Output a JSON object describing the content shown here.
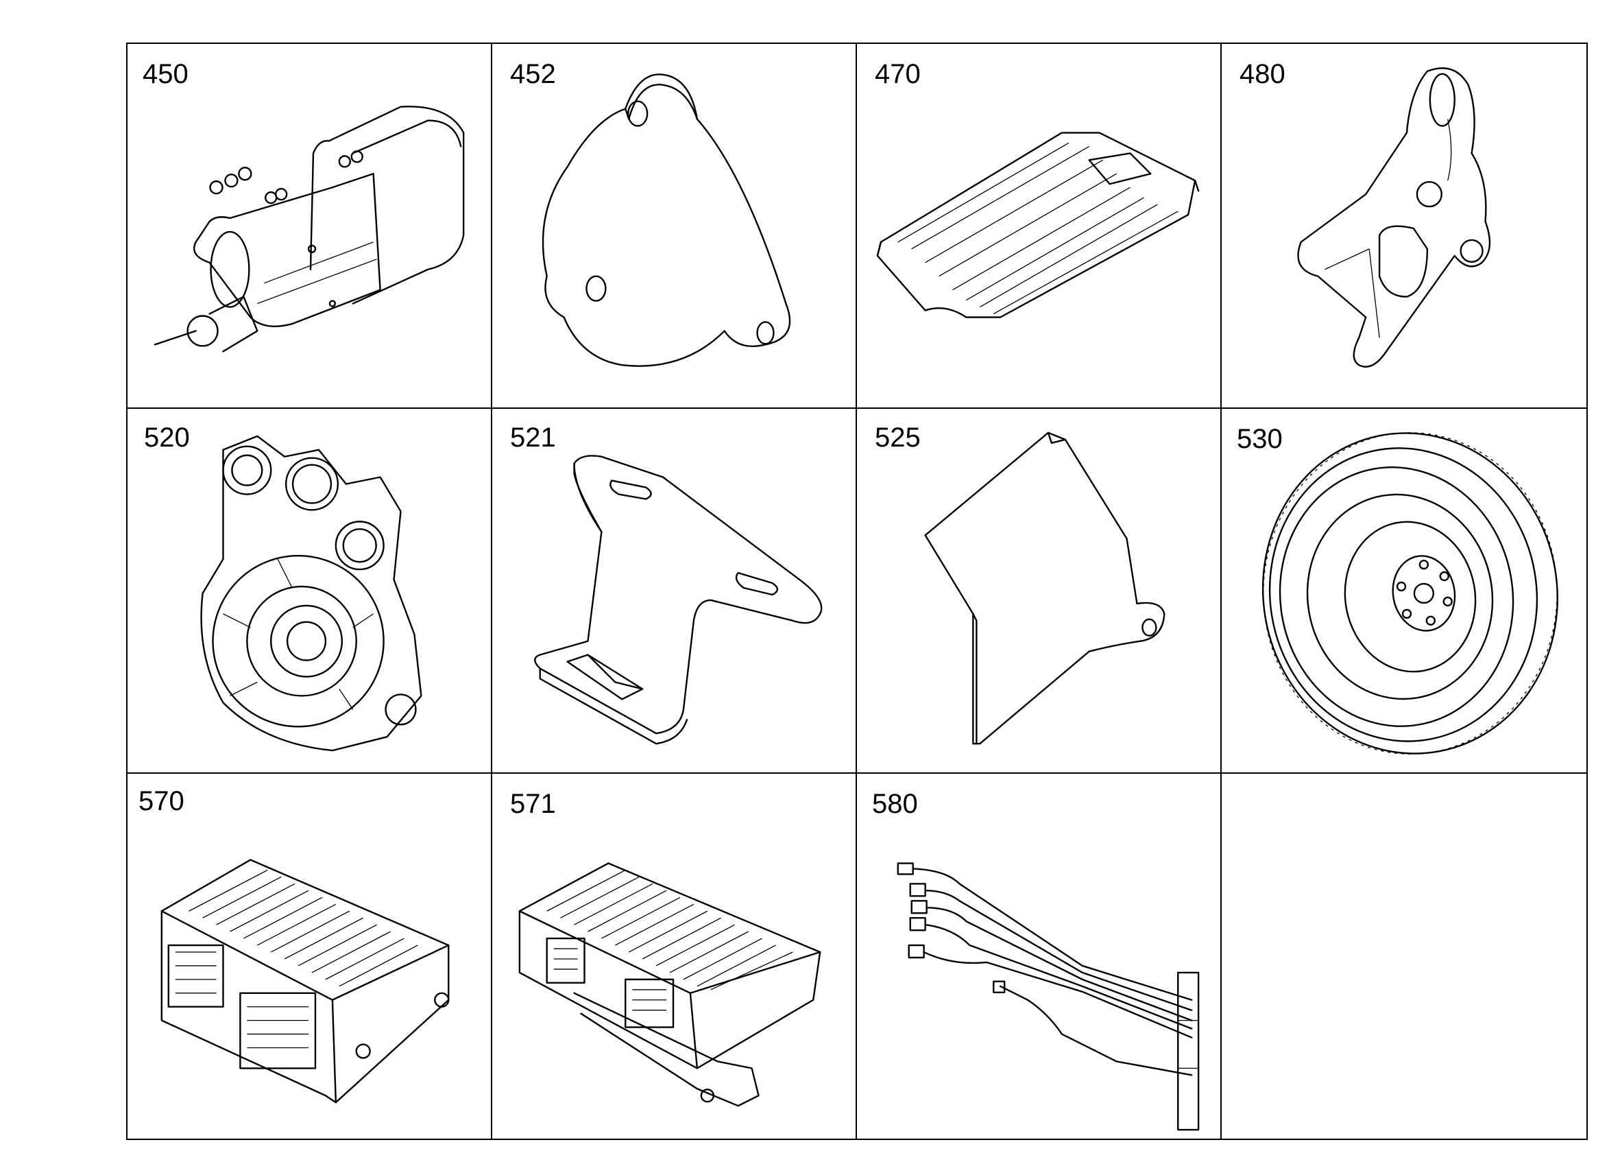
{
  "parts": [
    {
      "number": "450",
      "icon": "starter-motor-icon"
    },
    {
      "number": "452",
      "icon": "gasket-icon"
    },
    {
      "number": "470",
      "icon": "cover-plate-icon"
    },
    {
      "number": "480",
      "icon": "bracket-icon"
    },
    {
      "number": "520",
      "icon": "flywheel-housing-icon"
    },
    {
      "number": "521",
      "icon": "mounting-bracket-icon"
    },
    {
      "number": "525",
      "icon": "shield-plate-icon"
    },
    {
      "number": "530",
      "icon": "flywheel-icon"
    },
    {
      "number": "570",
      "icon": "control-unit-icon"
    },
    {
      "number": "571",
      "icon": "control-unit-with-bracket-icon"
    },
    {
      "number": "580",
      "icon": "wiring-harness-icon"
    },
    {
      "number": "",
      "icon": ""
    }
  ]
}
